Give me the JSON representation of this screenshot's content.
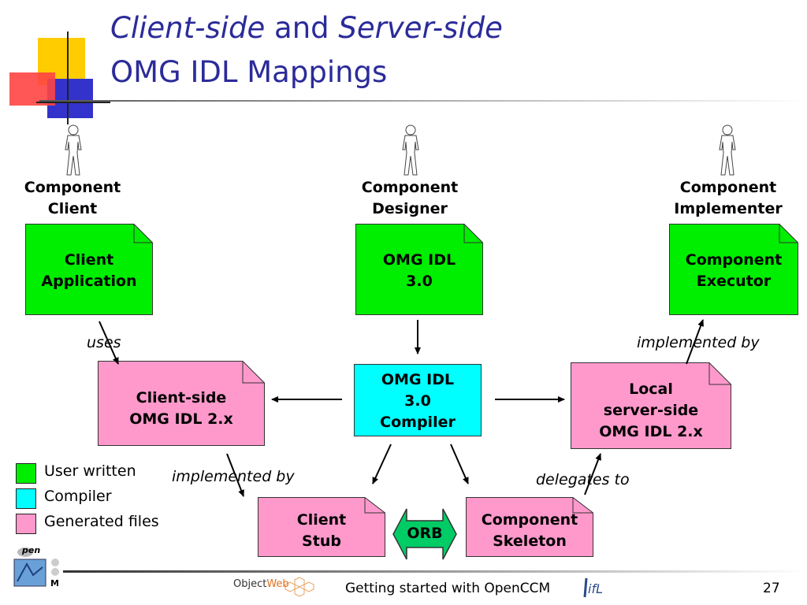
{
  "title": {
    "line1_part1": "Client-side",
    "line1_part2": " and ",
    "line1_part3": "Server-side",
    "line2": "OMG IDL Mappings"
  },
  "roles": {
    "client": [
      "Component",
      "Client"
    ],
    "designer": [
      "Component",
      "Designer"
    ],
    "implementer": [
      "Component",
      "Implementer"
    ]
  },
  "boxes": {
    "client_app": [
      "Client",
      "Application"
    ],
    "omg_idl": [
      "OMG IDL",
      "3.0"
    ],
    "executor": [
      "Component",
      "Executor"
    ],
    "client_side_idl": [
      "Client-side",
      "OMG IDL 2.x"
    ],
    "compiler": [
      "OMG IDL",
      "3.0",
      "Compiler"
    ],
    "local_server_idl": [
      "Local",
      "server-side",
      "OMG IDL 2.x"
    ],
    "client_stub": [
      "Client",
      "Stub"
    ],
    "orb": "ORB",
    "component_skeleton": [
      "Component",
      "Skeleton"
    ]
  },
  "edge_labels": {
    "uses": "uses",
    "implemented_by_top": "implemented by",
    "implemented_by_bottom": "implemented by",
    "delegates_to": "delegates to"
  },
  "legend": [
    {
      "label": "User written",
      "color": "#00ee00"
    },
    {
      "label": "Compiler",
      "color": "#00ffff"
    },
    {
      "label": "Generated files",
      "color": "#ff99cc"
    }
  ],
  "colors": {
    "user_written": "#00ee00",
    "compiler": "#00ffff",
    "generated": "#ff99cc",
    "title": "#2b2b9a"
  },
  "footer": {
    "text": "Getting started with OpenCCM",
    "page": "27",
    "logo_left_text": "pen",
    "logo_left_letter": "M",
    "objectweb_text_1": "Object",
    "objectweb_text_2": "Web",
    "lifl_text": "ifL"
  }
}
